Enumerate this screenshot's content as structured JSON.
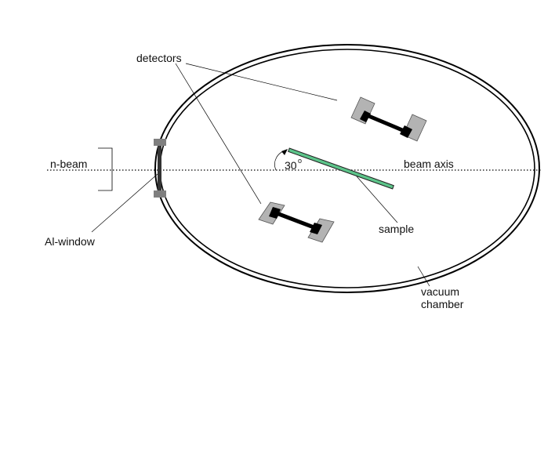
{
  "labels": {
    "detectors": "detectors",
    "n_beam": "n-beam",
    "beam_axis": "beam axis",
    "al_window": "Al-window",
    "sample": "sample",
    "angle_value": "30",
    "angle_unit": "o",
    "vacuum": "vacuum",
    "chamber": "chamber"
  },
  "colors": {
    "line": "#000000",
    "detector_gray": "#b3b3b3",
    "window_gray": "#7f7f7f",
    "sample_green": "#5dc48a"
  },
  "sample_angle_deg": 30
}
